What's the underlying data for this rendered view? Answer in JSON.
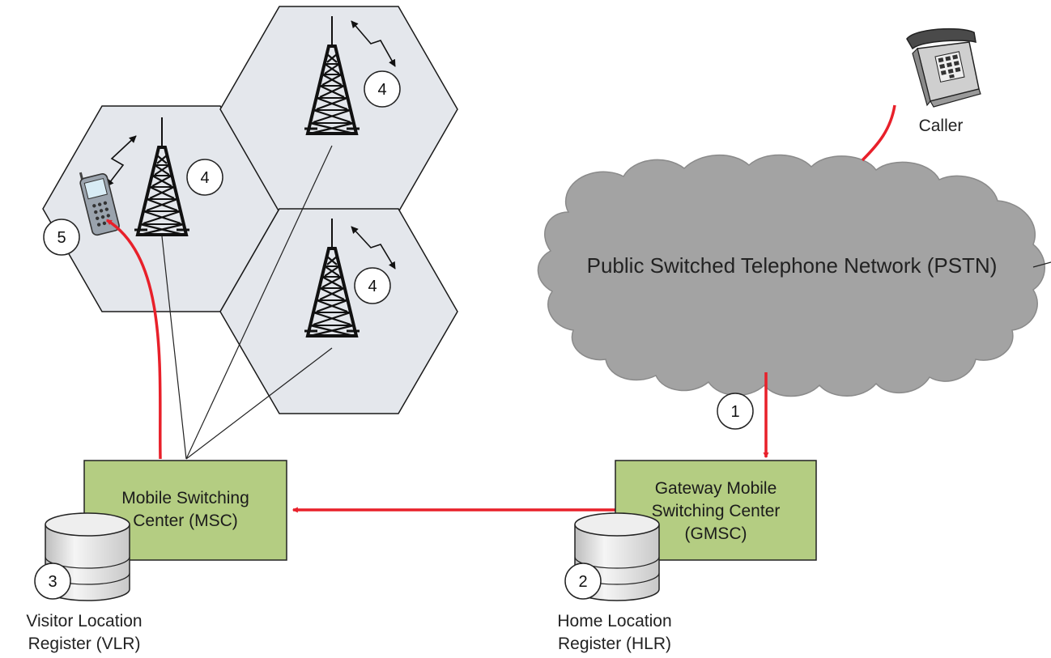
{
  "colors": {
    "hex_fill": "#e4e7ec",
    "hex_stroke": "#1a1a1a",
    "box_fill": "#b4cd82",
    "box_stroke": "#222222",
    "cloud_fill": "#a3a3a3",
    "signal_red": "#e8202a",
    "wire": "#222222"
  },
  "icons": [
    "cell-tower-icon",
    "mobile-phone-icon",
    "desk-telephone-icon",
    "database-cylinder-icon",
    "cloud-network-icon"
  ],
  "pstn": {
    "label": "Public Switched Telephone Network (PSTN)"
  },
  "caller": {
    "label": "Caller"
  },
  "msc": {
    "line1": "Mobile Switching",
    "line2": "Center (MSC)"
  },
  "gmsc": {
    "line1": "Gateway Mobile",
    "line2": "Switching Center",
    "line3": "(GMSC)"
  },
  "vlr": {
    "line1": "Visitor Location",
    "line2": "Register (VLR)"
  },
  "hlr": {
    "line1": "Home Location",
    "line2": "Register (HLR)"
  },
  "steps": {
    "s1": "1",
    "s2": "2",
    "s3": "3",
    "s4a": "4",
    "s4b": "4",
    "s4c": "4",
    "s5": "5"
  }
}
